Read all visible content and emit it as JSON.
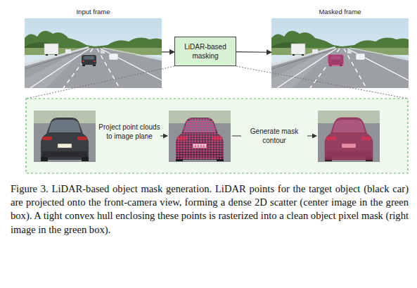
{
  "diagram": {
    "caption": "Figure 3. LiDAR-based object mask generation. LiDAR points for the target object (black car) are projected onto the front-camera view, forming a dense 2D scatter (center image in the green box). A tight convex hull enclosing these points is rasterized into a clean object pixel mask (right image in the green box).",
    "nodes": [
      {
        "text": [
          "Input frame"
        ]
      },
      {
        "text": [
          "LiDAR-based masking"
        ]
      },
      {
        "text": [
          "Masked frame"
        ]
      }
    ],
    "edges": [
      {
        "from": 0,
        "to": 1,
        "arrow": "to"
      },
      {
        "from": 1,
        "to": 2,
        "arrow": "to"
      }
    ],
    "labels": [
      "Project point clouds to image plane",
      "Generate mask contour"
    ]
  }
}
